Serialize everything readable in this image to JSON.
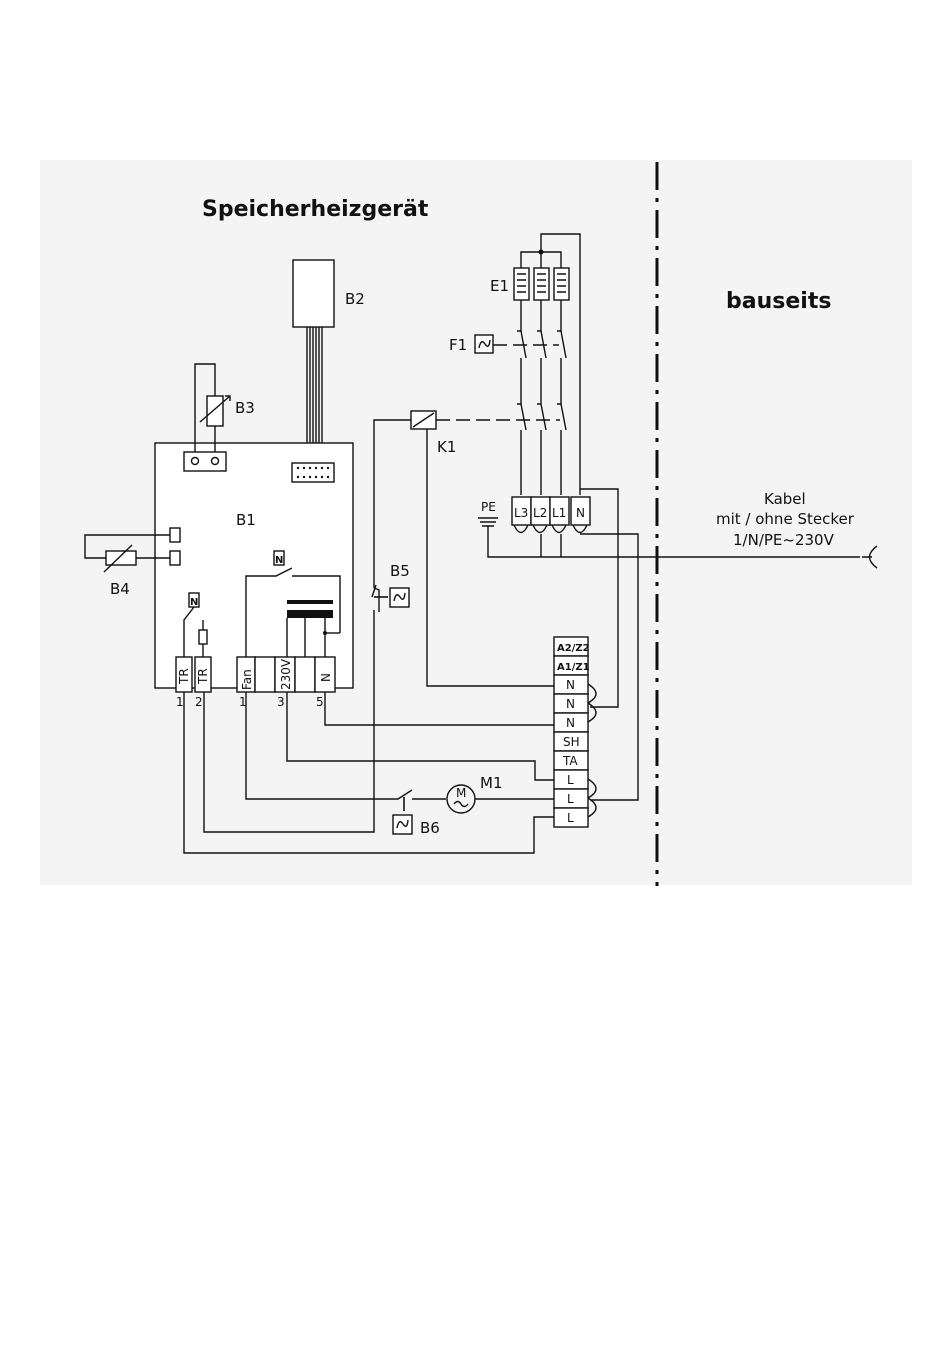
{
  "titles": {
    "device": "Speicherheizgerät",
    "site": "bauseits"
  },
  "cable": {
    "line1": "Kabel",
    "line2": "mit / ohne Stecker",
    "line3": "1/N/PE~230V"
  },
  "components": {
    "b1": "B1",
    "b2": "B2",
    "b3": "B3",
    "b4": "B4",
    "b5": "B5",
    "b6": "B6",
    "e1": "E1",
    "f1": "F1",
    "k1": "K1",
    "m1": "M1",
    "pe": "PE",
    "n_symbol": "N"
  },
  "main_terminals": [
    "L3",
    "L2",
    "L1",
    "N"
  ],
  "b1_terminals": [
    "TR",
    "TR",
    "Fan",
    "",
    "230V",
    "",
    "N"
  ],
  "b1_pin_numbers": [
    "1",
    "2",
    "1",
    "3",
    "5"
  ],
  "terminal_strip": [
    "A2/Z2",
    "A1/Z1",
    "N",
    "N",
    "N",
    "SH",
    "TA",
    "L",
    "L",
    "L"
  ],
  "motor_symbol": "M"
}
